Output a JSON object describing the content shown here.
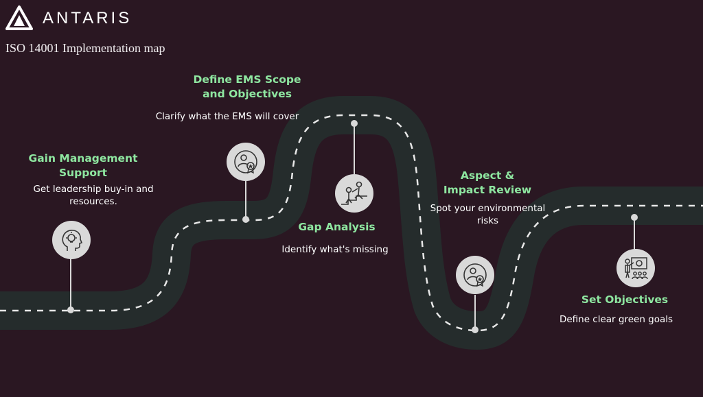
{
  "brand": {
    "name": "ANTARIS"
  },
  "subtitle": "ISO 14001 Implementation map",
  "steps": [
    {
      "title": "Gain Management Support",
      "description": "Get leadership buy-in and resources.",
      "icon": "lightbulb-head-icon"
    },
    {
      "title": "Define EMS Scope and Objectives",
      "description": "Clarify what the EMS will cover",
      "icon": "person-badge-icon"
    },
    {
      "title": "Gap Analysis",
      "description": "Identify what's missing",
      "icon": "helping-climb-icon"
    },
    {
      "title": "Aspect & Impact Review",
      "description": "Spot your environmental risks",
      "icon": "person-badge-icon"
    },
    {
      "title": "Set Objectives",
      "description": "Define clear green goals",
      "icon": "presentation-icon"
    }
  ],
  "colors": {
    "background": "#2a1722",
    "road": "#252c2c",
    "accent": "#8ee6a0",
    "pin": "#d9d9d9",
    "dash": "#e8e8e8"
  }
}
